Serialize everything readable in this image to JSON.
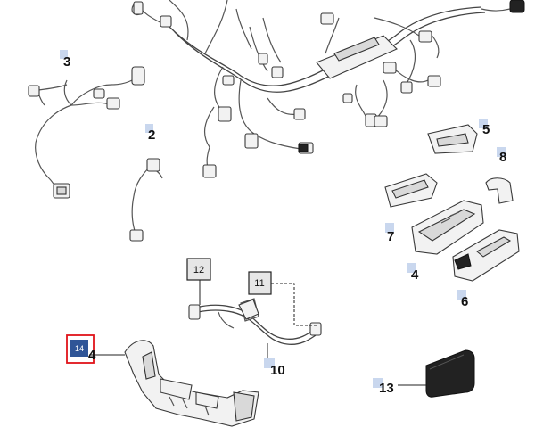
{
  "callouts": {
    "c2": "2",
    "c3": "3",
    "c4a": "4",
    "c4b": "4",
    "c5": "5",
    "c6": "6",
    "c7": "7",
    "c8": "8",
    "c10": "10",
    "c11": "11",
    "c12": "12",
    "c13": "13",
    "c14": "14"
  },
  "colors": {
    "tag_fill": "#c9d7ee",
    "selected_border": "#e0131a",
    "selected_fill": "#2f5597"
  }
}
